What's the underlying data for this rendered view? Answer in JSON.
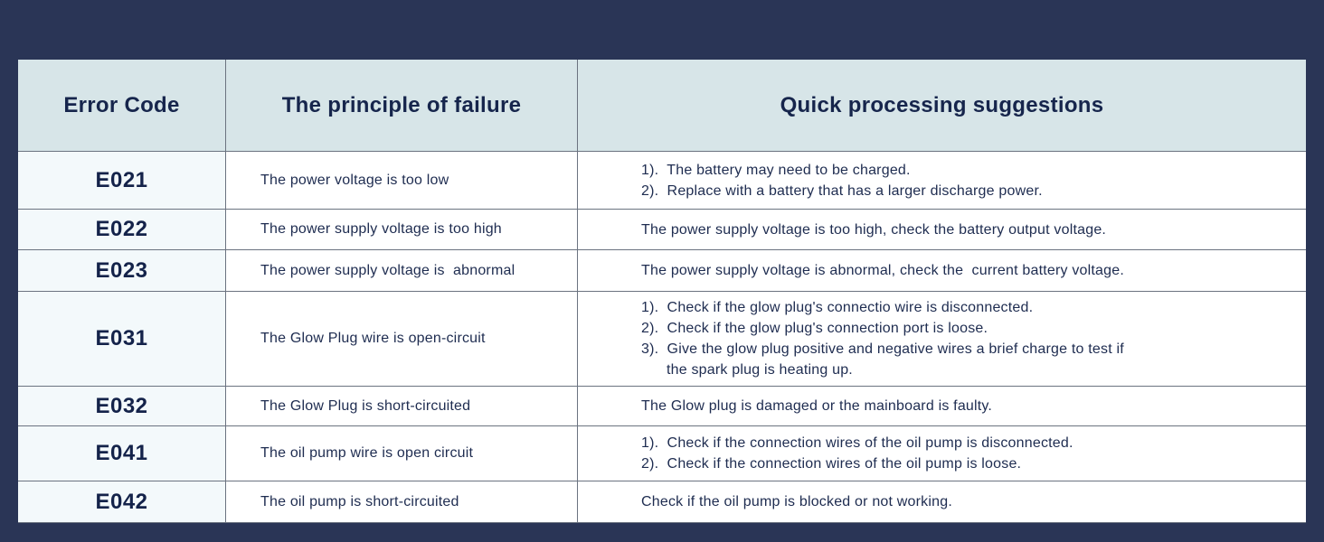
{
  "colors": {
    "page_bg": "#2a3556",
    "header_bg": "#d7e5e8",
    "code_column_bg": "#f3f9fb",
    "row_bg": "#ffffff",
    "border": "#6b7380",
    "text": "#1e2c50"
  },
  "table": {
    "headers": [
      {
        "label": "Error Code"
      },
      {
        "label": "The principle of failure"
      },
      {
        "label": "Quick processing suggestions"
      }
    ],
    "rows": [
      {
        "code": "E021",
        "principle": "The power voltage is too low",
        "suggestions": [
          {
            "text": "1).  The battery may need to be charged.",
            "indent": false
          },
          {
            "text": "2).  Replace with a battery that has a larger discharge power.",
            "indent": false
          }
        ]
      },
      {
        "code": "E022",
        "principle": "The power supply voltage is too high",
        "suggestions": [
          {
            "text": "The power supply voltage is too high, check the battery output voltage.",
            "indent": false
          }
        ]
      },
      {
        "code": "E023",
        "principle": "The power supply voltage is  abnormal",
        "suggestions": [
          {
            "text": "The power supply voltage is abnormal, check the  current battery voltage.",
            "indent": false
          }
        ]
      },
      {
        "code": "E031",
        "principle": "The Glow Plug wire is open-circuit",
        "suggestions": [
          {
            "text": "1).  Check if the glow plug's connectio wire is disconnected.",
            "indent": false
          },
          {
            "text": "2).  Check if the glow plug's connection port is loose.",
            "indent": false
          },
          {
            "text": "3).  Give the glow plug positive and negative wires a brief charge to test if",
            "indent": false
          },
          {
            "text": "the spark plug is heating up.",
            "indent": true
          }
        ]
      },
      {
        "code": "E032",
        "principle": "The Glow Plug is short-circuited",
        "suggestions": [
          {
            "text": "The Glow plug is damaged or the mainboard is faulty.",
            "indent": false
          }
        ]
      },
      {
        "code": "E041",
        "principle": "The oil pump wire is open circuit",
        "suggestions": [
          {
            "text": "1).  Check if the connection wires of the oil pump is disconnected.",
            "indent": false
          },
          {
            "text": "2).  Check if the connection wires of the oil pump is loose.",
            "indent": false
          }
        ]
      },
      {
        "code": "E042",
        "principle": "The oil pump is short-circuited",
        "suggestions": [
          {
            "text": "Check if the oil pump is blocked or not working.",
            "indent": false
          }
        ]
      }
    ]
  }
}
